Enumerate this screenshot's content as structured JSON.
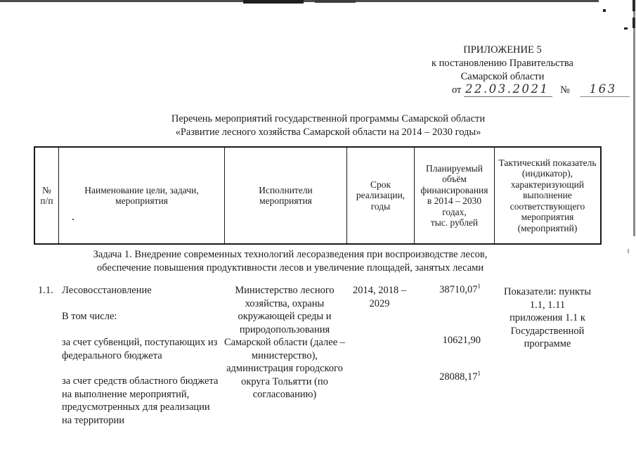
{
  "header_block": {
    "line1": "ПРИЛОЖЕНИЕ 5",
    "line2": "к постановлению Правительства",
    "line3": "Самарской области",
    "from_label": "от",
    "date": "22.03.2021",
    "no_label": "№",
    "number": "163"
  },
  "title": {
    "line1": "Перечень мероприятий государственной программы Самарской области",
    "line2": "«Развитие лесного хозяйства Самарской области на 2014 – 2030 годы»"
  },
  "table": {
    "headers": [
      "№ п/п",
      "Наименование цели, задачи, мероприятия",
      "Исполнители мероприятия",
      "Срок реализации, годы",
      "Планируемый\nобъём\nфинансирования\nв 2014 – 2030\nгодах,\nтыс. рублей",
      "Тактический показатель (индикатор), характеризующий выполнение соответствующего мероприятия (мероприятий)"
    ]
  },
  "section": {
    "line1": "Задача 1. Внедрение современных технологий лесоразведения при воспроизводстве лесов,",
    "line2": "обеспечение повышения продуктивности лесов и увеличение площадей, занятых лесами"
  },
  "row": {
    "num": "1.1.",
    "activity": "Лесовосстановление",
    "including": "В том числе:",
    "sub1": "за счет субвенций, поступающих из федерального бюджета",
    "sub2": "за счет средств областного бюджета на выполнение мероприятий, предусмотренных для реализации на территории",
    "executors": "Министерство лесного хозяйства, охраны окружающей среды и природопользования Самарской области (далее – министерство), администрация городского округа Тольятти (по согласованию)",
    "period": "2014, 2018 – 2029",
    "amount1": {
      "value": "38710,07",
      "footnote": "1"
    },
    "amount2": {
      "value": "10621,90",
      "footnote": ""
    },
    "amount3": {
      "value": "28088,17",
      "footnote": "1"
    },
    "indicator": "Показатели: пункты 1.1, 1.11 приложения 1.1 к Государственной программе"
  }
}
